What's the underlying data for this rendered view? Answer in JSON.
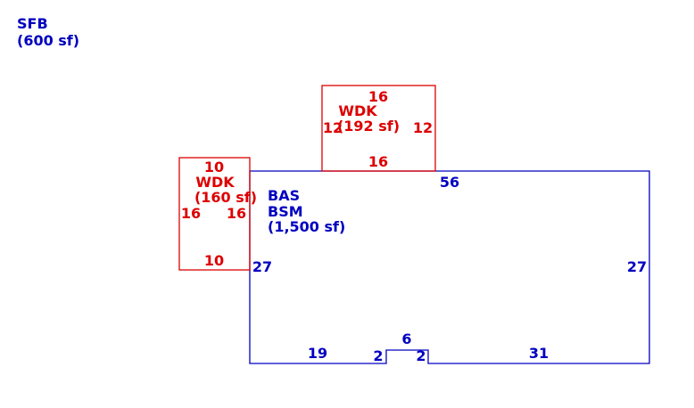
{
  "colors": {
    "main": "#0000c0",
    "deck": "#dd0000"
  },
  "corner_label": {
    "code": "SFB",
    "area": "(600 sf)"
  },
  "main_area": {
    "codes": [
      "BAS",
      "BSM"
    ],
    "area": "(1,500 sf)",
    "dimensions": {
      "top": "56",
      "left": "27",
      "right": "27",
      "bottom_left": "19",
      "bottom_right": "31",
      "notch_width": "6",
      "notch_left": "2",
      "notch_right": "2"
    }
  },
  "deck_top": {
    "code": "WDK",
    "area": "(192 sf)",
    "dimensions": {
      "top": "16",
      "bottom": "16",
      "left": "12",
      "right": "12"
    }
  },
  "deck_left": {
    "code": "WDK",
    "area": "(160 sf)",
    "dimensions": {
      "top": "10",
      "bottom": "10",
      "left": "16",
      "right": "16"
    }
  }
}
